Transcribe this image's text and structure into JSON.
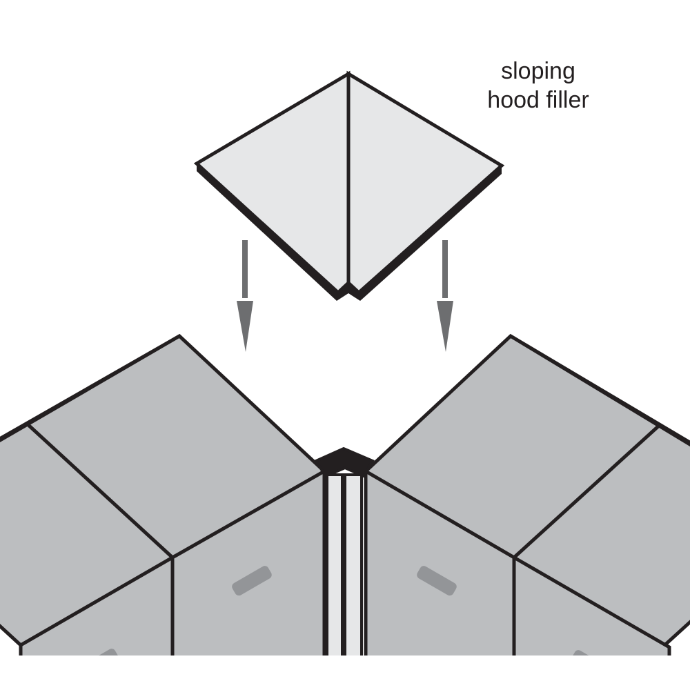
{
  "diagram": {
    "label": {
      "line1": "sloping",
      "line2": "hood filler"
    },
    "colors": {
      "background": "#ffffff",
      "outline": "#231f20",
      "filler_fill": "#e6e7e8",
      "cabinet_fill": "#bcbec0",
      "handle_fill": "#939598",
      "arrow": "#6d6e70",
      "filler_strip": "#e6e7e8"
    },
    "parts": [
      {
        "id": "sloping-hood-filler",
        "description": "diamond-shaped corner filler piece"
      },
      {
        "id": "left-cabinet-run",
        "description": "left cabinet run angled toward corner"
      },
      {
        "id": "right-cabinet-run",
        "description": "right cabinet run angled toward corner"
      },
      {
        "id": "corner-filler-column",
        "description": "vertical filler strip at corner joint"
      }
    ],
    "arrows": [
      {
        "id": "arrow-left",
        "direction": "down"
      },
      {
        "id": "arrow-right",
        "direction": "down"
      }
    ]
  }
}
